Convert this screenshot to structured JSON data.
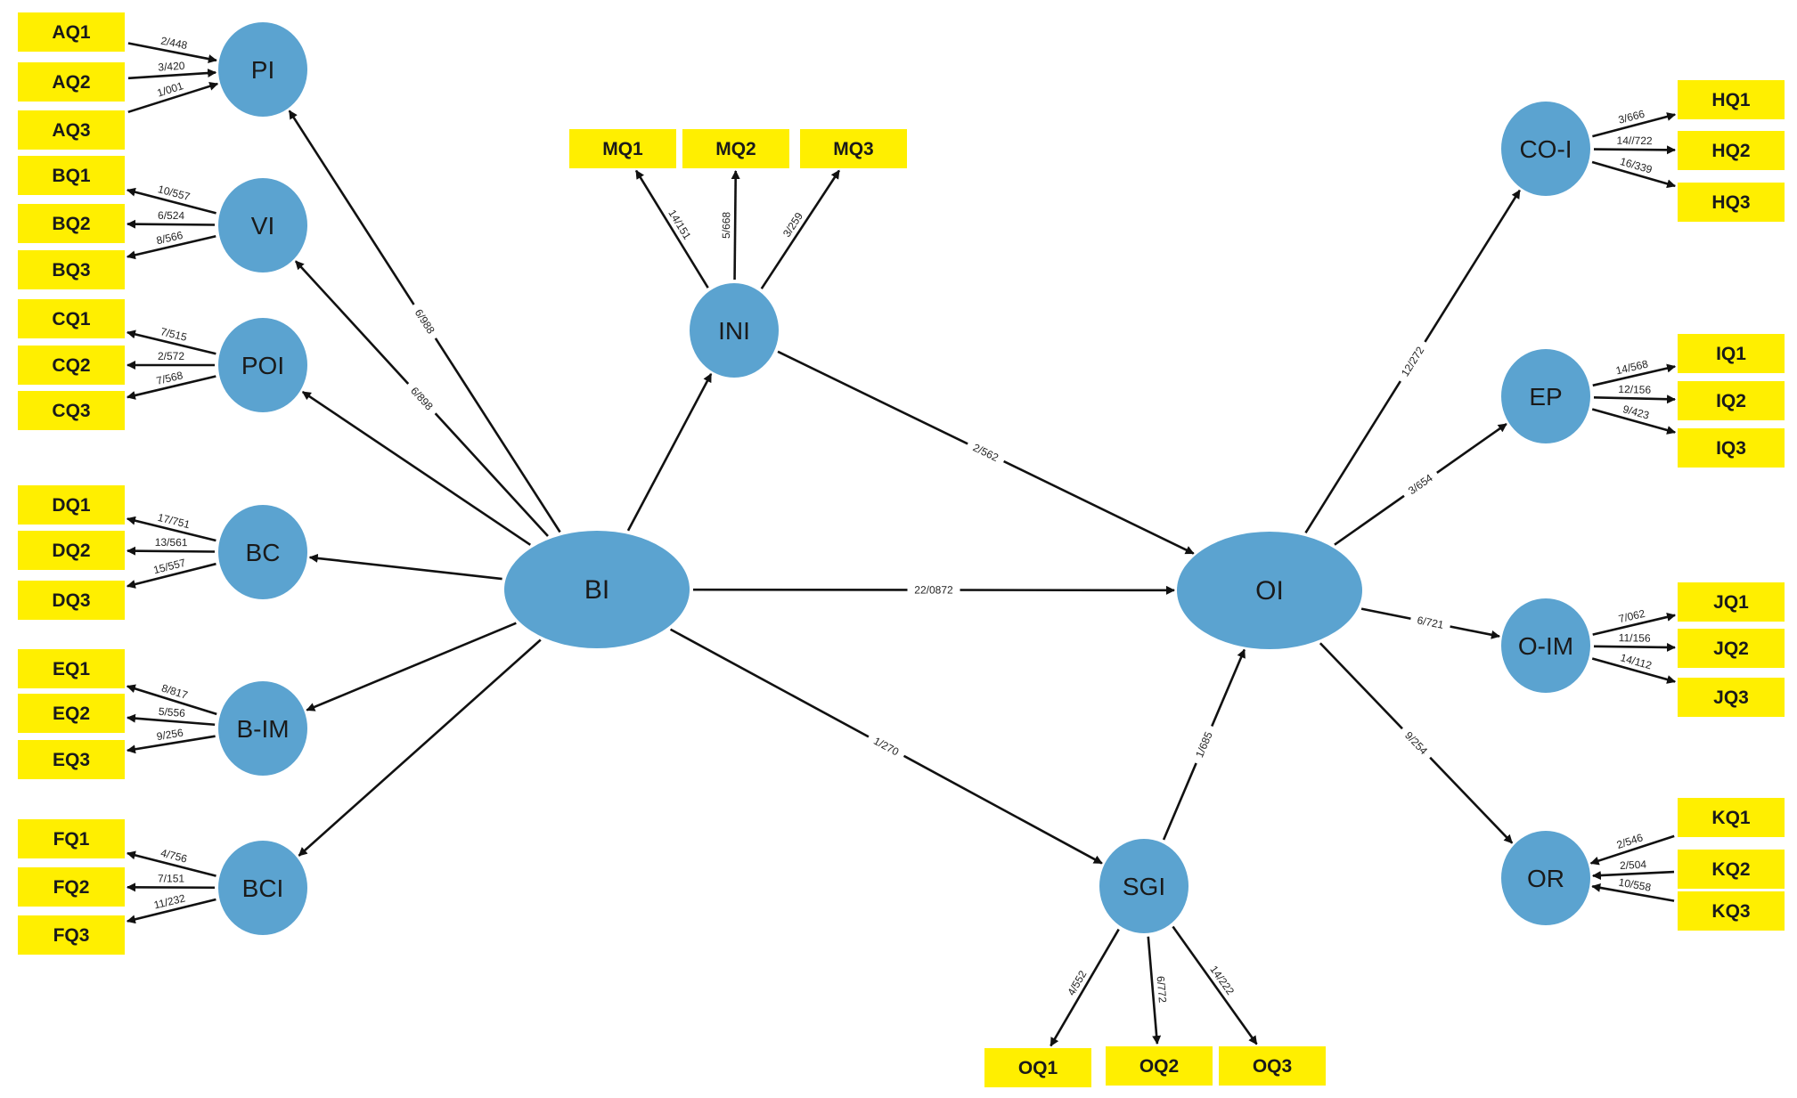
{
  "latent_variables": [
    {
      "id": "PI",
      "label": "PI"
    },
    {
      "id": "VI",
      "label": "VI"
    },
    {
      "id": "POI",
      "label": "POI"
    },
    {
      "id": "BC",
      "label": "BC"
    },
    {
      "id": "B-IM",
      "label": "B-IM"
    },
    {
      "id": "BCI",
      "label": "BCI"
    },
    {
      "id": "BI",
      "label": "BI"
    },
    {
      "id": "INI",
      "label": "INI"
    },
    {
      "id": "OI",
      "label": "OI"
    },
    {
      "id": "SGI",
      "label": "SGI"
    },
    {
      "id": "CO-I",
      "label": "CO-I"
    },
    {
      "id": "EP",
      "label": "EP"
    },
    {
      "id": "O-IM",
      "label": "O-IM"
    },
    {
      "id": "OR",
      "label": "OR"
    }
  ],
  "indicators": [
    {
      "id": "AQ1",
      "label": "AQ1"
    },
    {
      "id": "AQ2",
      "label": "AQ2"
    },
    {
      "id": "AQ3",
      "label": "AQ3"
    },
    {
      "id": "BQ1",
      "label": "BQ1"
    },
    {
      "id": "BQ2",
      "label": "BQ2"
    },
    {
      "id": "BQ3",
      "label": "BQ3"
    },
    {
      "id": "CQ1",
      "label": "CQ1"
    },
    {
      "id": "CQ2",
      "label": "CQ2"
    },
    {
      "id": "CQ3",
      "label": "CQ3"
    },
    {
      "id": "DQ1",
      "label": "DQ1"
    },
    {
      "id": "DQ2",
      "label": "DQ2"
    },
    {
      "id": "DQ3",
      "label": "DQ3"
    },
    {
      "id": "EQ1",
      "label": "EQ1"
    },
    {
      "id": "EQ2",
      "label": "EQ2"
    },
    {
      "id": "EQ3",
      "label": "EQ3"
    },
    {
      "id": "FQ1",
      "label": "FQ1"
    },
    {
      "id": "FQ2",
      "label": "FQ2"
    },
    {
      "id": "FQ3",
      "label": "FQ3"
    },
    {
      "id": "MQ1",
      "label": "MQ1"
    },
    {
      "id": "MQ2",
      "label": "MQ2"
    },
    {
      "id": "MQ3",
      "label": "MQ3"
    },
    {
      "id": "HQ1",
      "label": "HQ1"
    },
    {
      "id": "HQ2",
      "label": "HQ2"
    },
    {
      "id": "HQ3",
      "label": "HQ3"
    },
    {
      "id": "IQ1",
      "label": "IQ1"
    },
    {
      "id": "IQ2",
      "label": "IQ2"
    },
    {
      "id": "IQ3",
      "label": "IQ3"
    },
    {
      "id": "JQ1",
      "label": "JQ1"
    },
    {
      "id": "JQ2",
      "label": "JQ2"
    },
    {
      "id": "JQ3",
      "label": "JQ3"
    },
    {
      "id": "KQ1",
      "label": "KQ1"
    },
    {
      "id": "KQ2",
      "label": "KQ2"
    },
    {
      "id": "KQ3",
      "label": "KQ3"
    },
    {
      "id": "OQ1",
      "label": "OQ1"
    },
    {
      "id": "OQ2",
      "label": "OQ2"
    },
    {
      "id": "OQ3",
      "label": "OQ3"
    }
  ],
  "paths": [
    {
      "from": "BI",
      "to": "PI",
      "label": "6/988"
    },
    {
      "from": "BI",
      "to": "VI",
      "label": "6/898"
    },
    {
      "from": "BI",
      "to": "POI",
      "label": ""
    },
    {
      "from": "BI",
      "to": "BC",
      "label": ""
    },
    {
      "from": "BI",
      "to": "B-IM",
      "label": ""
    },
    {
      "from": "BI",
      "to": "BCI",
      "label": ""
    },
    {
      "from": "BI",
      "to": "INI",
      "label": ""
    },
    {
      "from": "BI",
      "to": "OI",
      "label": "22/0872"
    },
    {
      "from": "BI",
      "to": "SGI",
      "label": "1/270"
    },
    {
      "from": "INI",
      "to": "OI",
      "label": "2/562"
    },
    {
      "from": "SGI",
      "to": "OI",
      "label": "1/685"
    },
    {
      "from": "OI",
      "to": "CO-I",
      "label": "12/272"
    },
    {
      "from": "OI",
      "to": "EP",
      "label": "3/654"
    },
    {
      "from": "OI",
      "to": "O-IM",
      "label": "6/721"
    },
    {
      "from": "OI",
      "to": "OR",
      "label": "9/254"
    },
    {
      "from": "AQ1",
      "to": "PI",
      "label": "2/448"
    },
    {
      "from": "AQ2",
      "to": "PI",
      "label": "3/420"
    },
    {
      "from": "AQ3",
      "to": "PI",
      "label": "1/001"
    },
    {
      "from": "VI",
      "to": "BQ1",
      "label": "10/557"
    },
    {
      "from": "VI",
      "to": "BQ2",
      "label": "6/524"
    },
    {
      "from": "VI",
      "to": "BQ3",
      "label": "8/566"
    },
    {
      "from": "POI",
      "to": "CQ1",
      "label": "7/515"
    },
    {
      "from": "POI",
      "to": "CQ2",
      "label": "2/572"
    },
    {
      "from": "POI",
      "to": "CQ3",
      "label": "7/568"
    },
    {
      "from": "BC",
      "to": "DQ1",
      "label": "17/751"
    },
    {
      "from": "BC",
      "to": "DQ2",
      "label": "13/561"
    },
    {
      "from": "BC",
      "to": "DQ3",
      "label": "15/557"
    },
    {
      "from": "B-IM",
      "to": "EQ1",
      "label": "8/817"
    },
    {
      "from": "B-IM",
      "to": "EQ2",
      "label": "5/556"
    },
    {
      "from": "B-IM",
      "to": "EQ3",
      "label": "9/256"
    },
    {
      "from": "BCI",
      "to": "FQ1",
      "label": "4/756"
    },
    {
      "from": "BCI",
      "to": "FQ2",
      "label": "7/151"
    },
    {
      "from": "BCI",
      "to": "FQ3",
      "label": "11/232"
    },
    {
      "from": "INI",
      "to": "MQ1",
      "label": "14/151"
    },
    {
      "from": "INI",
      "to": "MQ2",
      "label": "5/668"
    },
    {
      "from": "INI",
      "to": "MQ3",
      "label": "3/259"
    },
    {
      "from": "CO-I",
      "to": "HQ1",
      "label": "3/666"
    },
    {
      "from": "CO-I",
      "to": "HQ2",
      "label": "14//722"
    },
    {
      "from": "CO-I",
      "to": "HQ3",
      "label": "16/339"
    },
    {
      "from": "EP",
      "to": "IQ1",
      "label": "14/568"
    },
    {
      "from": "EP",
      "to": "IQ2",
      "label": "12/156"
    },
    {
      "from": "EP",
      "to": "IQ3",
      "label": "9/423"
    },
    {
      "from": "O-IM",
      "to": "JQ1",
      "label": "7/062"
    },
    {
      "from": "O-IM",
      "to": "JQ2",
      "label": "11/156"
    },
    {
      "from": "O-IM",
      "to": "JQ3",
      "label": "14/112"
    },
    {
      "from": "KQ1",
      "to": "OR",
      "label": "2/546"
    },
    {
      "from": "KQ2",
      "to": "OR",
      "label": "2/504"
    },
    {
      "from": "KQ3",
      "to": "OR",
      "label": "10/558"
    },
    {
      "from": "SGI",
      "to": "OQ1",
      "label": "4/552"
    },
    {
      "from": "SGI",
      "to": "OQ2",
      "label": "6/772"
    },
    {
      "from": "SGI",
      "to": "OQ3",
      "label": "14/222"
    }
  ]
}
